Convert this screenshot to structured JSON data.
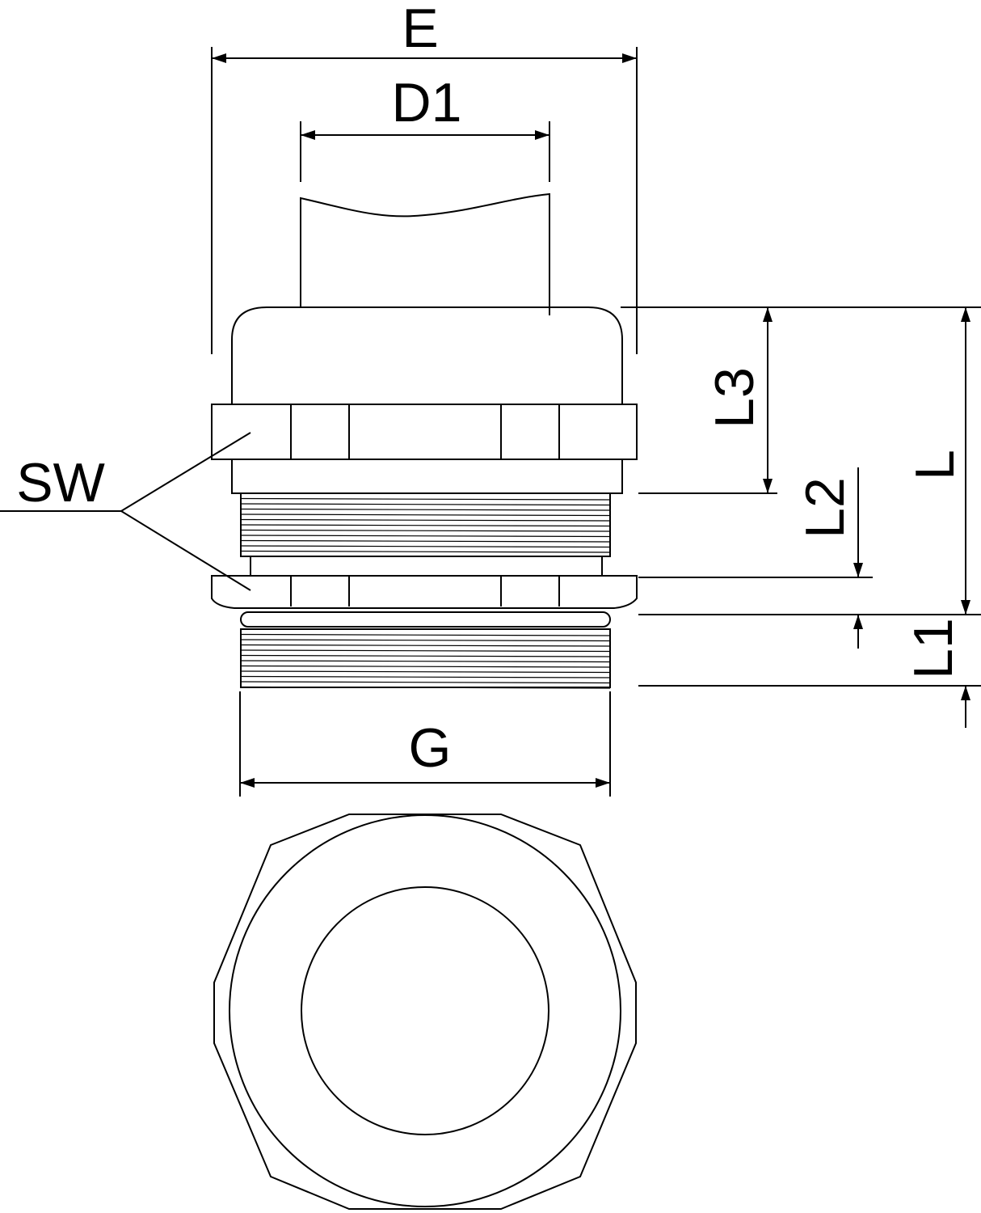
{
  "drawing": {
    "labels": {
      "E": "E",
      "D1": "D1",
      "SW": "SW",
      "L3": "L3",
      "L2": "L2",
      "L": "L",
      "L1": "L1",
      "G": "G"
    },
    "line_color": "#000000",
    "background": "#ffffff"
  }
}
